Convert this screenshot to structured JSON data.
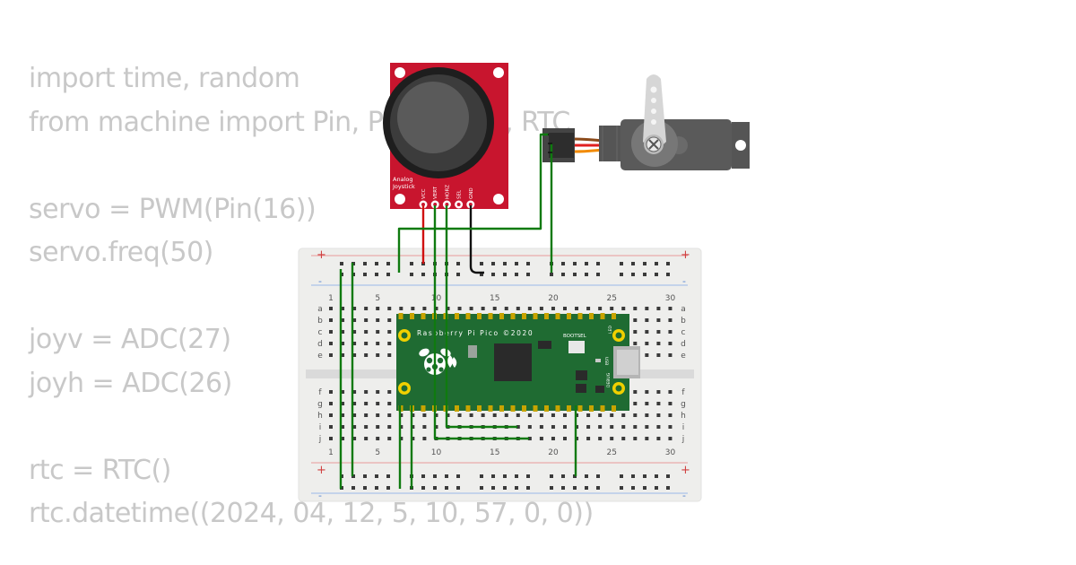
{
  "code": {
    "lines": [
      "import time, random",
      "from machine import Pin, PWM, ADC, RTC",
      "",
      "servo = PWM(Pin(16))",
      "servo.freq(50)",
      "",
      "joyv = ADC(27)",
      "joyh = ADC(26)",
      "",
      "rtc = RTC()",
      "rtc.datetime((2024, 04, 12, 5, 10, 57, 0, 0))"
    ]
  },
  "joystick": {
    "title_line1": "Analog",
    "title_line2": "Joystick",
    "pins": [
      "VCC",
      "VERT",
      "HORZ",
      "SEL",
      "GND"
    ]
  },
  "pico": {
    "title": "Raspberry Pi Pico ©2020",
    "bootsel": "BOOTSEL",
    "usb": "USB",
    "debug": "DEBUG",
    "led": "LED"
  },
  "breadboard": {
    "column_numbers": [
      "1",
      "5",
      "10",
      "15",
      "20",
      "25",
      "30"
    ],
    "rows_top": [
      "a",
      "b",
      "c",
      "d",
      "e"
    ],
    "rows_bottom": [
      "f",
      "g",
      "h",
      "i",
      "j"
    ],
    "plus": "+",
    "minus": "-"
  },
  "colors": {
    "wire_red": "#d01010",
    "wire_black": "#111111",
    "wire_green": "#0f7a0f",
    "pico_board": "#1f6b32",
    "joystick_board": "#c8152e",
    "servo_body": "#555555"
  }
}
